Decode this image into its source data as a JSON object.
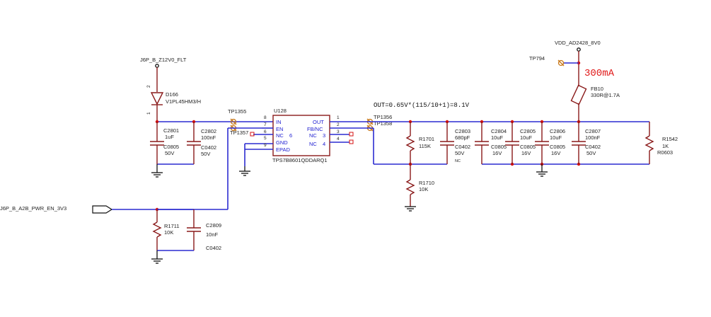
{
  "nets": {
    "input_power": "J6P_B_Z12V0_FLT",
    "output_power": "VDD_AD2428_8V0",
    "enable": "J6P_B_A2B_PWR_EN_3V3"
  },
  "annotations": {
    "current": "300mA",
    "formula": "OUT=0.65V*(115/10+1)=8.1V"
  },
  "regulator": {
    "ref": "U128",
    "part": "TPS7B8601QDDARQ1",
    "pins_left": [
      {
        "num": "8",
        "name": "IN"
      },
      {
        "num": "7",
        "name": "EN"
      },
      {
        "num": "6",
        "name": "NC"
      },
      {
        "num": "5",
        "name": "GND"
      },
      {
        "num": "9",
        "name": "EPAD"
      }
    ],
    "pins_right": [
      {
        "num": "1",
        "name": "OUT"
      },
      {
        "num": "2",
        "name": "FB/NC"
      },
      {
        "num": "3",
        "name": "NC"
      },
      {
        "num": "4",
        "name": "NC"
      }
    ],
    "inner_nums": {
      "nc6": "6",
      "nc3": "3",
      "nc4": "4"
    }
  },
  "diode": {
    "ref": "D166",
    "part": "V1PL45HM3/H",
    "pin_a": "2",
    "pin_k": "1"
  },
  "ferrite": {
    "ref": "FB10",
    "value": "330R@1.7A"
  },
  "test_points": {
    "tp1355": "TP1355",
    "tp1357": "TP1357",
    "tp1356": "TP1356",
    "tp1358": "TP1358",
    "tp794": "TP794"
  },
  "capacitors": [
    {
      "ref": "C2801",
      "value": "1uF",
      "pkg": "C0805",
      "volt": "50V"
    },
    {
      "ref": "C2802",
      "value": "100nF",
      "pkg": "C0402",
      "volt": "50V"
    },
    {
      "ref": "C2803",
      "value": "680pF",
      "pkg": "C0402",
      "volt": "50V",
      "note": "NC"
    },
    {
      "ref": "C2804",
      "value": "10uF",
      "pkg": "C0805",
      "volt": "16V"
    },
    {
      "ref": "C2805",
      "value": "10uF",
      "pkg": "C0805",
      "volt": "16V"
    },
    {
      "ref": "C2806",
      "value": "10uF",
      "pkg": "C0805",
      "volt": "16V"
    },
    {
      "ref": "C2807",
      "value": "100nF",
      "pkg": "C0402",
      "volt": "50V"
    },
    {
      "ref": "C2809",
      "value": "10nF",
      "pkg": "C0402"
    }
  ],
  "resistors": [
    {
      "ref": "R1701",
      "value": "115K"
    },
    {
      "ref": "R1710",
      "value": "10K"
    },
    {
      "ref": "R1711",
      "value": "10K"
    },
    {
      "ref": "R1542",
      "value": "1K",
      "pkg": "R0603"
    }
  ]
}
